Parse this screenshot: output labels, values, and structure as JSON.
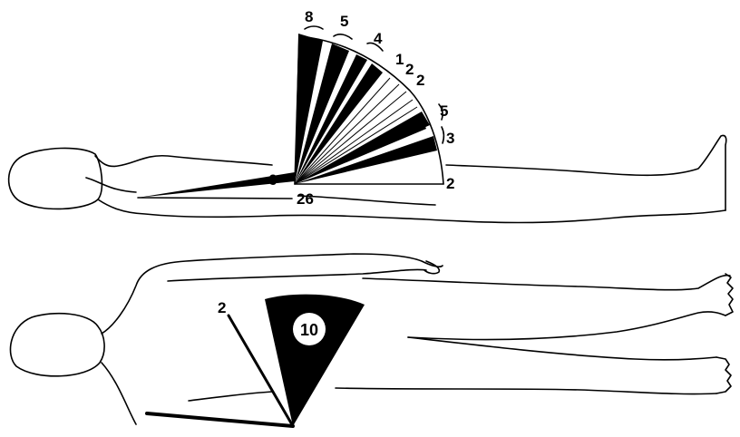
{
  "top_figure": {
    "sector_labels": [
      "8",
      "5",
      "4",
      "1",
      "2",
      "2",
      "5",
      "3",
      "2"
    ],
    "lower_wedge_label": "6",
    "long_line_label": "26"
  },
  "bottom_figure": {
    "wedge_label": "10",
    "line_label": "2"
  },
  "colors": {
    "ink": "#000000",
    "paper": "#ffffff"
  }
}
